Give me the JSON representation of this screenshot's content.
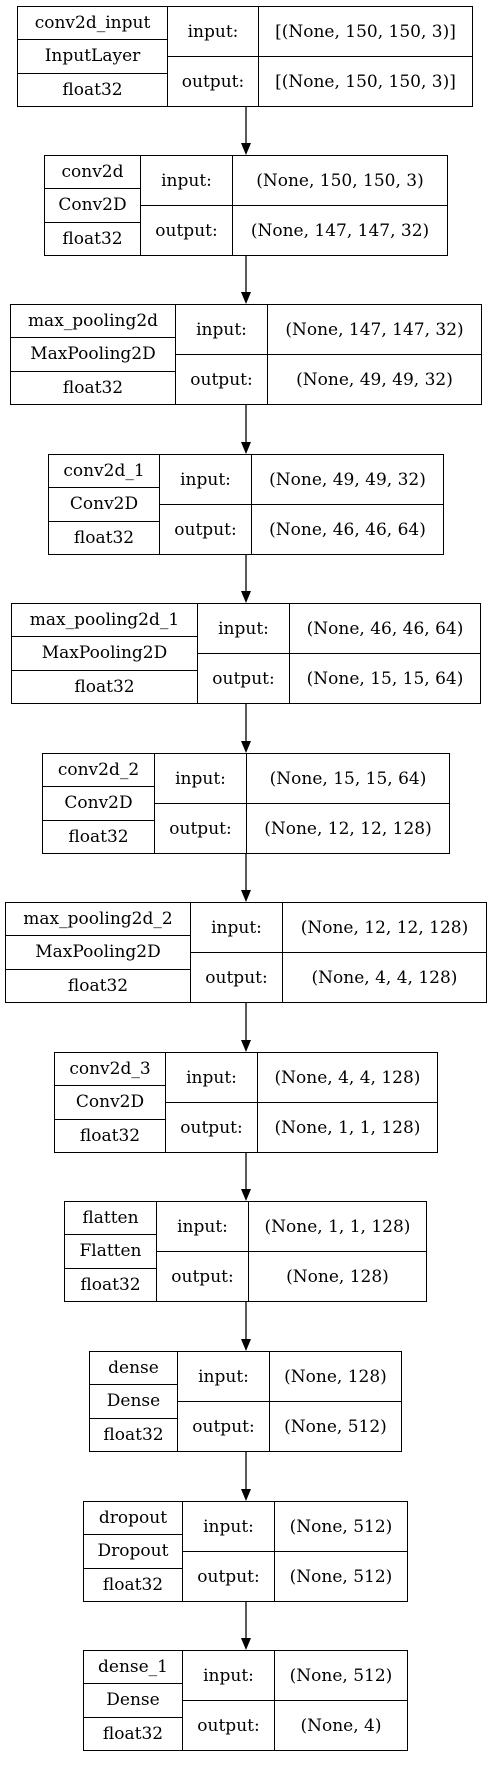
{
  "layers": [
    {
      "name": "conv2d_input",
      "type": "InputLayer",
      "dtype": "float32",
      "input_label": "input:",
      "input_shape": "[(None, 150, 150, 3)]",
      "output_label": "output:",
      "output_shape": "[(None, 150, 150, 3)]"
    },
    {
      "name": "conv2d",
      "type": "Conv2D",
      "dtype": "float32",
      "input_label": "input:",
      "input_shape": "(None, 150, 150, 3)",
      "output_label": "output:",
      "output_shape": "(None, 147, 147, 32)"
    },
    {
      "name": "max_pooling2d",
      "type": "MaxPooling2D",
      "dtype": "float32",
      "input_label": "input:",
      "input_shape": "(None, 147, 147, 32)",
      "output_label": "output:",
      "output_shape": "(None, 49, 49, 32)"
    },
    {
      "name": "conv2d_1",
      "type": "Conv2D",
      "dtype": "float32",
      "input_label": "input:",
      "input_shape": "(None, 49, 49, 32)",
      "output_label": "output:",
      "output_shape": "(None, 46, 46, 64)"
    },
    {
      "name": "max_pooling2d_1",
      "type": "MaxPooling2D",
      "dtype": "float32",
      "input_label": "input:",
      "input_shape": "(None, 46, 46, 64)",
      "output_label": "output:",
      "output_shape": "(None, 15, 15, 64)"
    },
    {
      "name": "conv2d_2",
      "type": "Conv2D",
      "dtype": "float32",
      "input_label": "input:",
      "input_shape": "(None, 15, 15, 64)",
      "output_label": "output:",
      "output_shape": "(None, 12, 12, 128)"
    },
    {
      "name": "max_pooling2d_2",
      "type": "MaxPooling2D",
      "dtype": "float32",
      "input_label": "input:",
      "input_shape": "(None, 12, 12, 128)",
      "output_label": "output:",
      "output_shape": "(None, 4, 4, 128)"
    },
    {
      "name": "conv2d_3",
      "type": "Conv2D",
      "dtype": "float32",
      "input_label": "input:",
      "input_shape": "(None, 4, 4, 128)",
      "output_label": "output:",
      "output_shape": "(None, 1, 1, 128)"
    },
    {
      "name": "flatten",
      "type": "Flatten",
      "dtype": "float32",
      "input_label": "input:",
      "input_shape": "(None, 1, 1, 128)",
      "output_label": "output:",
      "output_shape": "(None, 128)"
    },
    {
      "name": "dense",
      "type": "Dense",
      "dtype": "float32",
      "input_label": "input:",
      "input_shape": "(None, 128)",
      "output_label": "output:",
      "output_shape": "(None, 512)"
    },
    {
      "name": "dropout",
      "type": "Dropout",
      "dtype": "float32",
      "input_label": "input:",
      "input_shape": "(None, 512)",
      "output_label": "output:",
      "output_shape": "(None, 512)"
    },
    {
      "name": "dense_1",
      "type": "Dense",
      "dtype": "float32",
      "input_label": "input:",
      "input_shape": "(None, 512)",
      "output_label": "output:",
      "output_shape": "(None, 4)"
    }
  ],
  "colors": {
    "border": "#000000",
    "background": "#ffffff",
    "text": "#000000"
  }
}
